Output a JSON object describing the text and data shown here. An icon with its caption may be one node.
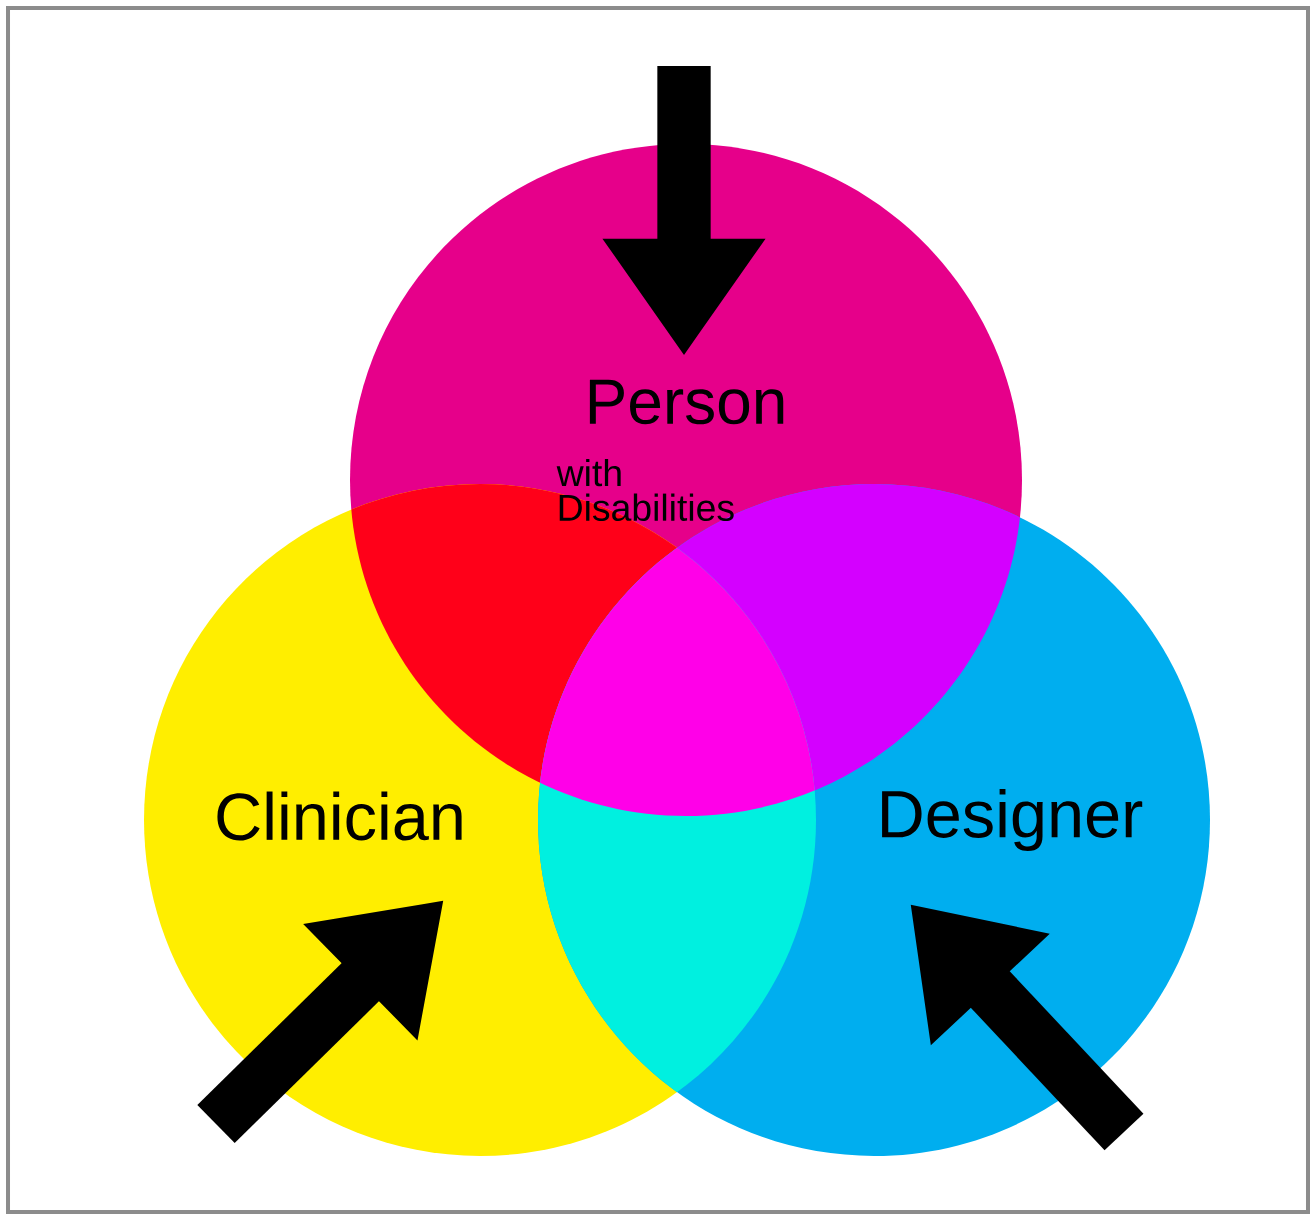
{
  "diagram": {
    "nodes": [
      {
        "text": [
          "Person",
          "with Disabilities"
        ]
      },
      {
        "text": [
          "Clinician"
        ]
      },
      {
        "text": [
          "Designer"
        ]
      }
    ],
    "edges": [
      {
        "from": null,
        "to": 0,
        "arrow": "to"
      },
      {
        "from": null,
        "to": 1,
        "arrow": "to"
      },
      {
        "from": null,
        "to": 2,
        "arrow": "to"
      }
    ]
  }
}
